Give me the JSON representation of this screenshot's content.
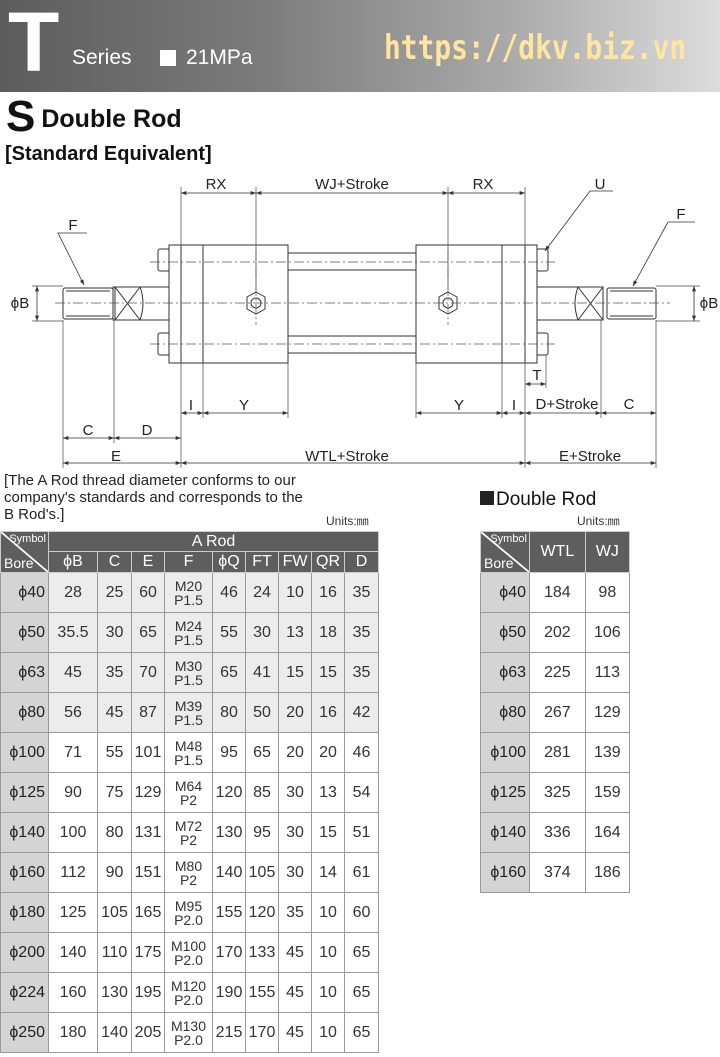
{
  "header": {
    "series_letter": "T",
    "series_label": "Series",
    "pressure": "21MPa",
    "url": "https://dkv.biz.vn",
    "band_color_left": "#5c5c5c",
    "band_color_right": "#dcdcdc",
    "url_color": "#ffe6a0"
  },
  "title": {
    "letter": "S",
    "text": "Double Rod"
  },
  "subtitle": "[Standard Equivalent]",
  "drawing": {
    "labels": {
      "rx_left": "RX",
      "wj": "WJ+Stroke",
      "rx_right": "RX",
      "u": "U",
      "f_left": "F",
      "f_right": "F",
      "b_left": "ϕB",
      "b_right": "ϕB",
      "t": "T",
      "i_left": "I",
      "y_left": "Y",
      "y_right": "Y",
      "i_right": "I",
      "d_stroke": "D+Stroke",
      "c_right": "C",
      "c_left": "C",
      "d_left": "D",
      "e_left": "E",
      "wtl": "WTL+Stroke",
      "e_stroke": "E+Stroke"
    }
  },
  "note": {
    "lines": [
      "[The A Rod thread diameter conforms to our",
      "company's standards and corresponds to the",
      "B Rod's.]"
    ]
  },
  "units": "Units:㎜",
  "a_rod_table": {
    "corner_symbol": "Symbol",
    "corner_bore": "Bore",
    "group_header": "A Rod",
    "columns": [
      "ϕB",
      "C",
      "E",
      "F",
      "ϕQ",
      "FT",
      "FW",
      "QR",
      "D"
    ],
    "rows": [
      {
        "bore": "ϕ40",
        "values": [
          "28",
          "25",
          "60",
          [
            "M20",
            "P1.5"
          ],
          "46",
          "24",
          "10",
          "16",
          "35"
        ]
      },
      {
        "bore": "ϕ50",
        "values": [
          "35.5",
          "30",
          "65",
          [
            "M24",
            "P1.5"
          ],
          "55",
          "30",
          "13",
          "18",
          "35"
        ]
      },
      {
        "bore": "ϕ63",
        "values": [
          "45",
          "35",
          "70",
          [
            "M30",
            "P1.5"
          ],
          "65",
          "41",
          "15",
          "15",
          "35"
        ]
      },
      {
        "bore": "ϕ80",
        "values": [
          "56",
          "45",
          "87",
          [
            "M39",
            "P1.5"
          ],
          "80",
          "50",
          "20",
          "16",
          "42"
        ]
      },
      {
        "bore": "ϕ100",
        "values": [
          "71",
          "55",
          "101",
          [
            "M48",
            "P1.5"
          ],
          "95",
          "65",
          "20",
          "20",
          "46"
        ]
      },
      {
        "bore": "ϕ125",
        "values": [
          "90",
          "75",
          "129",
          [
            "M64",
            "P2"
          ],
          "120",
          "85",
          "30",
          "13",
          "54"
        ]
      },
      {
        "bore": "ϕ140",
        "values": [
          "100",
          "80",
          "131",
          [
            "M72",
            "P2"
          ],
          "130",
          "95",
          "30",
          "15",
          "51"
        ]
      },
      {
        "bore": "ϕ160",
        "values": [
          "112",
          "90",
          "151",
          [
            "M80",
            "P2"
          ],
          "140",
          "105",
          "30",
          "14",
          "61"
        ]
      },
      {
        "bore": "ϕ180",
        "values": [
          "125",
          "105",
          "165",
          [
            "M95",
            "P2.0"
          ],
          "155",
          "120",
          "35",
          "10",
          "60"
        ]
      },
      {
        "bore": "ϕ200",
        "values": [
          "140",
          "110",
          "175",
          [
            "M100",
            "P2.0"
          ],
          "170",
          "133",
          "45",
          "10",
          "65"
        ]
      },
      {
        "bore": "ϕ224",
        "values": [
          "160",
          "130",
          "195",
          [
            "M120",
            "P2.0"
          ],
          "190",
          "155",
          "45",
          "10",
          "65"
        ]
      },
      {
        "bore": "ϕ250",
        "values": [
          "180",
          "140",
          "205",
          [
            "M130",
            "P2.0"
          ],
          "215",
          "170",
          "45",
          "10",
          "65"
        ]
      }
    ]
  },
  "double_rod_table": {
    "title": "Double Rod",
    "units": "Units:㎜",
    "corner_symbol": "Symbol",
    "corner_bore": "Bore",
    "columns": [
      "WTL",
      "WJ"
    ],
    "rows": [
      {
        "bore": "ϕ40",
        "values": [
          "184",
          "98"
        ]
      },
      {
        "bore": "ϕ50",
        "values": [
          "202",
          "106"
        ]
      },
      {
        "bore": "ϕ63",
        "values": [
          "225",
          "113"
        ]
      },
      {
        "bore": "ϕ80",
        "values": [
          "267",
          "129"
        ]
      },
      {
        "bore": "ϕ100",
        "values": [
          "281",
          "139"
        ]
      },
      {
        "bore": "ϕ125",
        "values": [
          "325",
          "159"
        ]
      },
      {
        "bore": "ϕ140",
        "values": [
          "336",
          "164"
        ]
      },
      {
        "bore": "ϕ160",
        "values": [
          "374",
          "186"
        ]
      }
    ]
  }
}
